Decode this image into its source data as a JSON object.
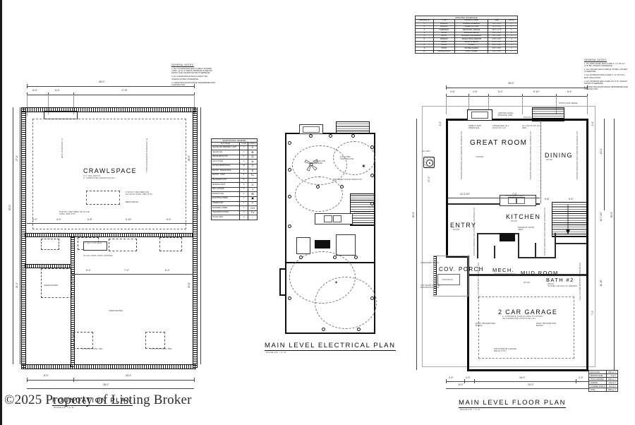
{
  "sheet": {
    "background": "#ffffff",
    "border_color": "#1a1a1a",
    "watermark": "©2025 Property of Listing Broker"
  },
  "plans": [
    {
      "id": "foundation",
      "title": "FOUNDATION PLAN",
      "scale": "SCALE 1/4\" = 1'-0\"",
      "rooms": [
        {
          "name": "CRAWLSPACE",
          "sub": "4'-0\" MIN. DEPTH\n4\" COMPACTED GRANULAR FILL"
        },
        {
          "name": "UNEXCAVATED",
          "sub": ""
        },
        {
          "name": "UNEXCAVATED",
          "sub": ""
        }
      ],
      "callouts": [
        "4\"x8\"x16\" CMU PIERS ON 16\"x16\"x8\" CONC. PAD (TYP.)",
        "8\"x8\"x16\" CMU PIERS ON 16\"x16\" CONC. PAD (TYP.)",
        "16\"x16\"x8\" CONC. PAD",
        "16\"x16\"x8\" CONC. PAD",
        "16\"x16\"x8\" CONC. PAD",
        "16\"x16\" CONT. CONC. FOOTING",
        "4\" DIA. FLOOR DRAIN",
        "BEAM ABOVE",
        "8\" CONCRETE FOUNDATION WALL",
        "4\" CONCRETE SLAB"
      ],
      "dims_top": [
        "5'-0\"",
        "5'-4\"",
        "17'-8\"",
        "28'-0\""
      ],
      "dims_bottom": [
        "8'-0\"",
        "20'-0\"",
        "28'-0\""
      ],
      "dims_left": [
        "21'-4\"",
        "27'-0\"",
        "50'-0\""
      ],
      "dims_right": [
        "23'-6\"",
        "28'-0\"",
        "50'-0\""
      ],
      "dims_interior": [
        "5'-0\"",
        "4'-0\"",
        "6'-8\"",
        "5'-10\"",
        "5'-0\"",
        "5'-4\"",
        "7'-0\"",
        "5'-4\"",
        "22'-8\"",
        "20'-8\""
      ]
    },
    {
      "id": "electrical",
      "title": "MAIN LEVEL ELECTRICAL PLAN",
      "scale": "SCALE 1/4\" = 1'-0\"",
      "callouts": [
        "CEILING FAN PREWIRE",
        "SMOKE DETECTOR",
        "LIGHT PER CONTRACTOR",
        "SWITCHED OUTLET PER PLAN",
        "GFCI OUTLET",
        "RANGE HOOD VENT",
        "EXHAUST FAN",
        "PANEL LOCATION"
      ]
    },
    {
      "id": "main-floor",
      "title": "MAIN LEVEL FLOOR PLAN",
      "scale": "SCALE 1/4\" = 1'-0\"",
      "rooms": [
        {
          "name": "GREAT ROOM",
          "sub": "CARPET"
        },
        {
          "name": "DINING",
          "sub": "WOOD"
        },
        {
          "name": "KITCHEN",
          "sub": "WOOD"
        },
        {
          "name": "ENTRY",
          "sub": "WOOD"
        },
        {
          "name": "COV. PORCH",
          "sub": "CONCRETE"
        },
        {
          "name": "MECH.",
          "sub": "EXPOSED CONCRETE"
        },
        {
          "name": "MUD ROOM",
          "sub": "WOOD"
        },
        {
          "name": "BATH #2",
          "sub": "WOOD\nSLOPED CEILING AS NEEDED"
        },
        {
          "name": "2 CAR GARAGE",
          "sub": "4\" CONCRETE SLAB SLOPED TO DOORS\nON COMPACTED GRANULAR FILL"
        }
      ],
      "callouts": [
        "DIRECT VENT FIREPLACE",
        "CONCEALED (2) 1 3/4\"x9 1/4\" LVL",
        "(2) 1 3/4\"x9 1/4\" LVL HDR",
        "GROUND LEVEL BUILDING LINE",
        "POSTS FOR GRADE",
        "RAILING",
        "FLUSH SNACK BAR",
        "RANGE W/ HOOD VENT",
        "2x4 INTERIOR TRUSSES FOR TRUSSED CEILING",
        "2x8 EXTERIOR GARAGE WALLS (TYP.)",
        "ROOF TRUSSES PER MANUF.",
        "GABLE END TRUSS",
        "4'x8' WOOD POST W/ DECORATIVE SKIRT",
        "(2) 1 3/4\"x9 1/4\" LVL HDR",
        "CONCEALED (2) 1 3/4\"x9 1/4\" LVL",
        "2x10 FLOOR JOISTS @ 16\" O.C.",
        "A/C UNIT"
      ],
      "dims_top": [
        "2'-6\"",
        "2'-6\"",
        "2'-6\"",
        "5'-4\"",
        "5'-10\"",
        "5'-4\"",
        "11'-4\"",
        "11'-4\"",
        "28'-0\""
      ],
      "dims_bottom": [
        "3'-0\"",
        "5'-0\"",
        "2'-0\"",
        "16'-0\"",
        "2'-0\"",
        "8'-0\"",
        "20'-0\"",
        "28'-0\""
      ],
      "dims_left": [
        "2'-0\"",
        "27'-4\"",
        "50'-0\""
      ],
      "dims_right": [
        "2'-0\"",
        "13'-1\"",
        "16'-0\"",
        "10'-7 1/2\"",
        "11'-10\"",
        "7'-4\"",
        "50'-0\""
      ],
      "dims_interior": [
        "12'-5 1/2\"",
        "7'-3\"",
        "5'-6\"",
        "5'-4\"",
        "13'-1\"",
        "5'-10\"",
        "4'-0 1/2\"",
        "6'-3 1/2\""
      ]
    }
  ],
  "opening_schedule": {
    "caption": "OPENING SCHEDULE",
    "headers": [
      "OPENING ID",
      "TYPE",
      "PRODUCT CODE",
      "SIZE",
      "COUNT"
    ],
    "rows": [
      [
        "1",
        "WINDOW",
        "DOUBLE CASEMENT",
        "5'-0\" x 4'-0\"",
        "1"
      ],
      [
        "2",
        "WINDOW",
        "SLIDER PICTURE",
        "6'-0\" x 5'-0\"",
        "1"
      ],
      [
        "3",
        "OVERHEAD",
        "SECTIONAL GARAGE",
        "16'-0\" x 7'-0\"",
        "1"
      ],
      [
        "4",
        "DOOR",
        "SWING EXTERIOR",
        "3'-0\" x 6'-8\"",
        "2"
      ],
      [
        "5",
        "DOOR",
        "DOUBLE HUNG WINDOW",
        "3'-0\" x 4'-0\"",
        "2"
      ],
      [
        "6",
        "WINDOW",
        "SINGLE HUNG WINDOW",
        "2'-6\" x 4'-0\"",
        "4"
      ],
      [
        "7",
        "DOOR",
        "SWING INTERIOR",
        "2'-8\" x 6'-8\"",
        "3"
      ],
      [
        "8",
        "DOOR",
        "POCKET",
        "2'-6\" x 6'-8\"",
        "1"
      ],
      [
        "9",
        "DOOR",
        "DOUBLE SLIDER",
        "5'-0\" x 6'-8\"",
        "1"
      ],
      [
        "10",
        "SLIDING DOOR",
        "PATIO / SLIDER",
        "6'-0\" x 6'-8\"",
        "1"
      ]
    ]
  },
  "electrical_legend": {
    "caption": "ELECTRICAL LEGEND",
    "headers": [
      "ELECTRICAL",
      "COUNT",
      "SYMBOL"
    ],
    "rows": [
      [
        "CEILING FAN PREWIRE / LIGHT",
        "1",
        "✳"
      ],
      [
        "CEILING FAN",
        "1",
        "❇"
      ],
      [
        "SMOKE DETECTOR",
        "3",
        "◎"
      ],
      [
        "GFCI OUTLET",
        "4",
        "⊜"
      ],
      [
        "DUPLEX RECEPTACLE",
        "22",
        "⊝"
      ],
      [
        "SWITCH - SINGLE POLE",
        "9",
        "S"
      ],
      [
        "SWITCH - 3 WAY",
        "4",
        "S₃"
      ],
      [
        "RECESSED LIGHT",
        "6",
        "○"
      ],
      [
        "SURFACE LIGHT",
        "5",
        "⊙"
      ],
      [
        "WALL SCONCE",
        "2",
        "◑"
      ],
      [
        "EXHAUST FAN",
        "2",
        "⊞"
      ],
      [
        "ELECTRICAL PANEL",
        "1",
        "▣"
      ],
      [
        "THERMOSTAT",
        "1",
        "T"
      ],
      [
        "DOOR BELL CHIME",
        "1",
        "CH"
      ],
      [
        "TELEVISION OUTLET",
        "2",
        "TV"
      ],
      [
        "FLOOD LIGHT",
        "2",
        "☄"
      ]
    ]
  },
  "area_schedule": {
    "rows": [
      [
        "MAIN LEVEL",
        "1296 sq. ft."
      ],
      [
        "SECOND LEVEL",
        "0 sq. ft."
      ],
      [
        "TOTAL FINISHED",
        "1296 sq. ft."
      ],
      [
        "GARAGE",
        "440 sq. ft."
      ],
      [
        "COVERED PORCH",
        "104 sq. ft."
      ],
      [
        "TOTAL",
        "1840 sq. ft."
      ]
    ]
  },
  "general_notes_left": {
    "title": "GENERAL NOTES:",
    "items": [
      "1. ALL FOUNDATION WALLS ARE 8\" POURED CONC. @ 42\"-0\" DEPTH MINIMUM TO BELOW FROST LINE UNLESS NOTED OTHERWISE.",
      "2. ALL CRAWLSPACE WALLS ARE 8\" DIA. UNLESS NOTED OTHERWISE.",
      "3. CRAWLSPACE ENTRANCE DETERMINED PER CONTRACTOR."
    ]
  },
  "general_notes_right": {
    "title": "GENERAL NOTES:",
    "items": [
      "1. ALL MAIN LEVEL WALLS ARE 2\" x 4\" W/ 1/2\" GYP. BD. UNLESS OTHERWISE.",
      "2. ALL ANGLED WALLS ARE @ 45 DEG. UNLESS OTHERWISE.",
      "3. ALL EXTERIOR WALLS ARE 2\" x 6\" W/ R-21 BATT INSULATION.",
      "4. ALL INTERIOR WALLS ARE 1/2\" GYP. UNLESS NOTED OTHERWISE.",
      "5. CRAWLSPACE ENTRANCE DETERMINED PER CONTRACTOR."
    ]
  }
}
